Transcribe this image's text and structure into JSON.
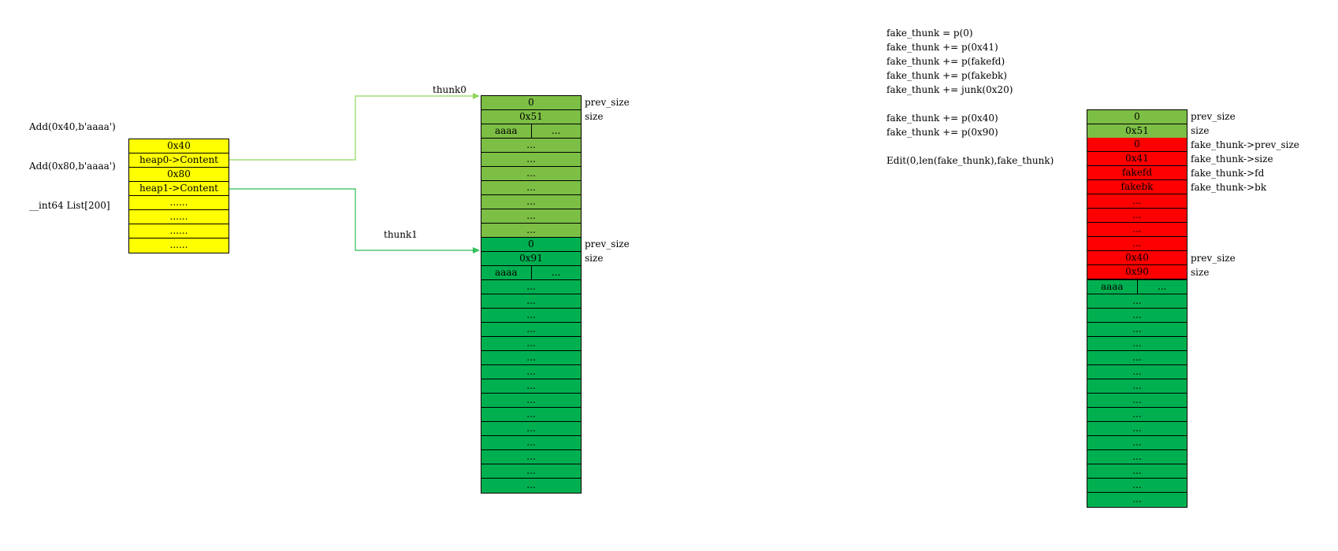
{
  "left_code": [
    "Add(0x40,b'aaaa')",
    "Add(0x80,b'aaaa')",
    "__int64 List[200]"
  ],
  "list_table": [
    "0x40",
    "heap0->Content",
    "0x80",
    "heap1->Content",
    "......",
    "......",
    "......",
    "......"
  ],
  "arrow_labels": {
    "thunk0": "thunk0",
    "thunk1": "thunk1"
  },
  "heap_left": {
    "chunk0": [
      {
        "text": "0",
        "label": "prev_size"
      },
      {
        "text": "0x51",
        "label": "size"
      },
      {
        "left": "aaaa",
        "right": "..."
      },
      {
        "text": "..."
      },
      {
        "text": "..."
      },
      {
        "text": "..."
      },
      {
        "text": "..."
      },
      {
        "text": "..."
      },
      {
        "text": "..."
      },
      {
        "text": "..."
      }
    ],
    "chunk1": [
      {
        "text": "0",
        "label": "prev_size"
      },
      {
        "text": "0x91",
        "label": "size"
      },
      {
        "left": "aaaa",
        "right": "..."
      },
      {
        "text": "..."
      },
      {
        "text": "..."
      },
      {
        "text": "..."
      },
      {
        "text": "..."
      },
      {
        "text": "..."
      },
      {
        "text": "..."
      },
      {
        "text": "..."
      },
      {
        "text": "..."
      },
      {
        "text": "..."
      },
      {
        "text": "..."
      },
      {
        "text": "..."
      },
      {
        "text": "..."
      },
      {
        "text": "..."
      },
      {
        "text": "..."
      },
      {
        "text": "..."
      }
    ]
  },
  "right_code": [
    "fake_thunk = p(0)",
    "fake_thunk += p(0x41)",
    "fake_thunk += p(fakefd)",
    "fake_thunk += p(fakebk)",
    "fake_thunk += junk(0x20)",
    "",
    "fake_thunk += p(0x40)",
    "fake_thunk += p(0x90)",
    "",
    "Edit(0,len(fake_thunk),fake_thunk)"
  ],
  "heap_right": {
    "chunk0": [
      {
        "text": "0",
        "label": "prev_size"
      },
      {
        "text": "0x51",
        "label": "size"
      }
    ],
    "fake": [
      {
        "text": "0",
        "label": "fake_thunk->prev_size"
      },
      {
        "text": "0x41",
        "label": "fake_thunk->size"
      },
      {
        "text": "fakefd",
        "label": "fake_thunk->fd"
      },
      {
        "text": "fakebk",
        "label": "fake_thunk->bk"
      },
      {
        "text": "..."
      },
      {
        "text": "..."
      },
      {
        "text": "..."
      },
      {
        "text": "..."
      },
      {
        "text": "0x40",
        "label": "prev_size"
      },
      {
        "text": "0x90",
        "label": "size"
      }
    ],
    "chunk1": [
      {
        "left": "aaaa",
        "right": "..."
      },
      {
        "text": "..."
      },
      {
        "text": "..."
      },
      {
        "text": "..."
      },
      {
        "text": "..."
      },
      {
        "text": "..."
      },
      {
        "text": "..."
      },
      {
        "text": "..."
      },
      {
        "text": "..."
      },
      {
        "text": "..."
      },
      {
        "text": "..."
      },
      {
        "text": "..."
      },
      {
        "text": "..."
      },
      {
        "text": "..."
      },
      {
        "text": "..."
      },
      {
        "text": "..."
      }
    ]
  },
  "colors": {
    "list_fill": "#ffff00",
    "chunk0_fill": "#7dbf45",
    "chunk1_fill": "#00b050",
    "fake_fill": "#ff0000",
    "arrow_thunk0": "#8ed65a",
    "arrow_thunk1": "#2fbf55"
  }
}
